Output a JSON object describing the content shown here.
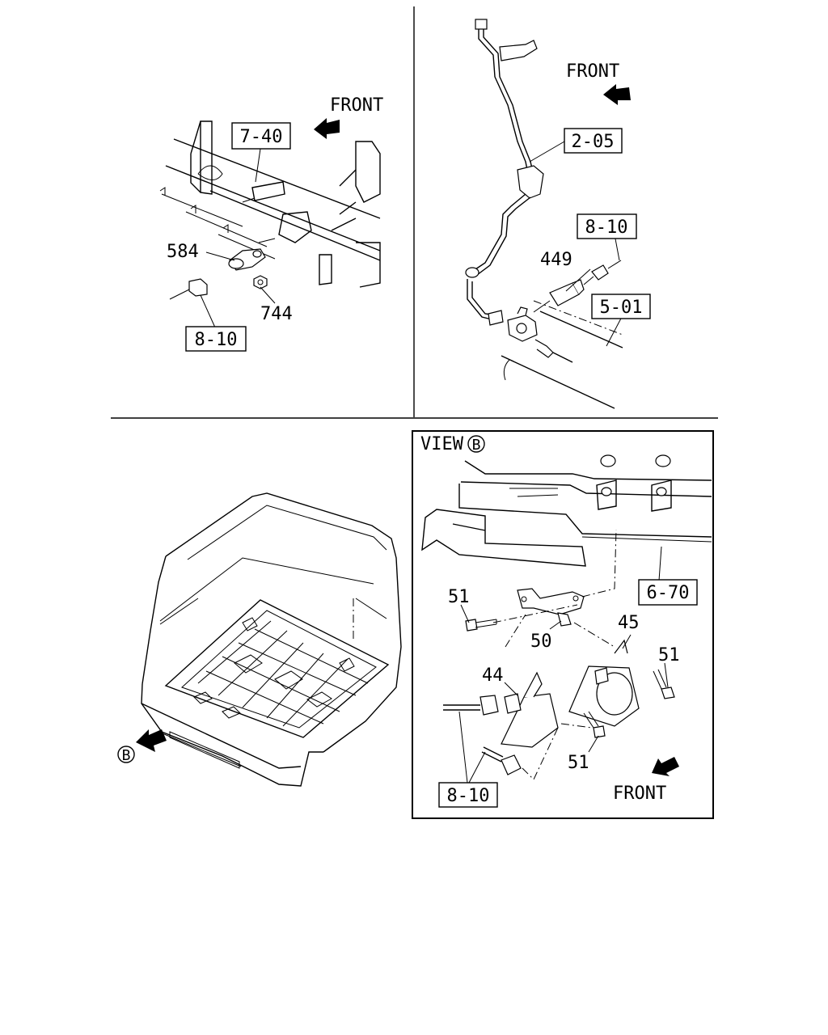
{
  "front_label": "FRONT",
  "view_label": "VIEW",
  "view_letter": "B",
  "arrow_letter": "B",
  "panel_top_left": {
    "ref_7_40": "7-40",
    "ref_8_10": "8-10",
    "part_584": "584",
    "part_744": "744"
  },
  "panel_top_right": {
    "ref_2_05": "2-05",
    "ref_8_10": "8-10",
    "ref_5_01": "5-01",
    "part_449": "449"
  },
  "panel_view_b": {
    "ref_6_70": "6-70",
    "ref_8_10": "8-10",
    "part_51_a": "51",
    "part_51_b": "51",
    "part_51_c": "51",
    "part_50": "50",
    "part_44": "44",
    "part_45": "45"
  }
}
